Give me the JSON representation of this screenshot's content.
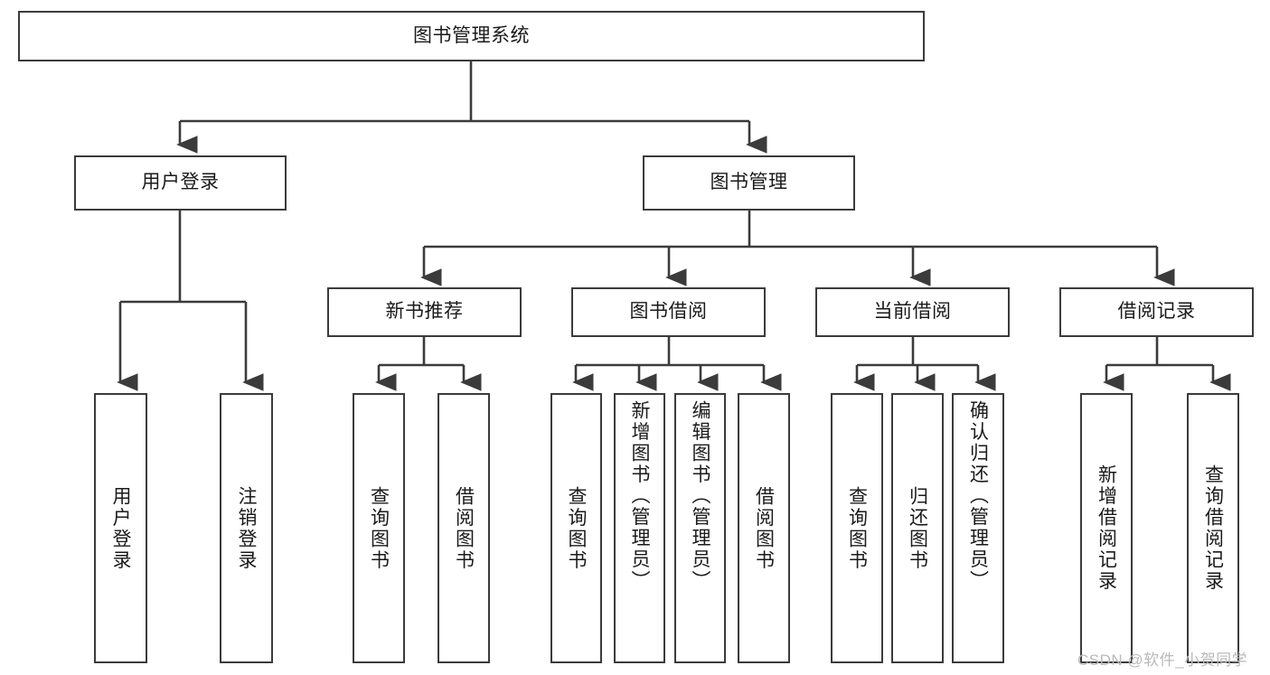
{
  "diagram": {
    "title": "图书管理系统",
    "root": {
      "label": "图书管理系统"
    },
    "level1": [
      {
        "label": "用户登录"
      },
      {
        "label": "图书管理"
      }
    ],
    "level2": [
      {
        "label": "新书推荐"
      },
      {
        "label": "图书借阅"
      },
      {
        "label": "当前借阅"
      },
      {
        "label": "借阅记录"
      }
    ],
    "leaves": {
      "user_login": [
        {
          "label": "用户登录"
        },
        {
          "label": "注销登录"
        }
      ],
      "new_book_recommend": [
        {
          "label": "查询图书"
        },
        {
          "label": "借阅图书"
        }
      ],
      "book_borrow": [
        {
          "label": "查询图书"
        },
        {
          "label": "新增图书（管理员）"
        },
        {
          "label": "编辑图书（管理员）"
        },
        {
          "label": "借阅图书"
        }
      ],
      "current_borrow": [
        {
          "label": "查询图书"
        },
        {
          "label": "归还图书"
        },
        {
          "label": "确认归还（管理员）"
        }
      ],
      "borrow_record": [
        {
          "label": "新增借阅记录"
        },
        {
          "label": "查询借阅记录"
        }
      ]
    }
  },
  "watermark": {
    "text": "CSDN @软件_小贺同学"
  },
  "colors": {
    "stroke": "#3b3b3b",
    "background": "#ffffff",
    "text": "#1a1a1a",
    "watermark": "#b9b9b9"
  }
}
